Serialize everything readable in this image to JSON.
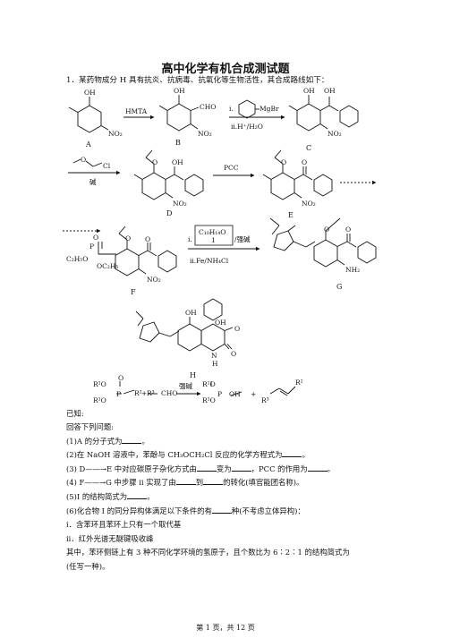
{
  "title": "高中化学有机合成测试题",
  "question1_intro": "1．某药物成分 H 具有抗炎、抗病毒、抗氧化等生物活性，其合成路线如下：",
  "scheme": {
    "step1_reagent": "HMTA",
    "step2_reagent_i": "i.",
    "step2_grignard": "MgBr",
    "step2_reagent_ii": "ii.H⁺/H₂O",
    "step3_base": "碱",
    "step4_reagent": "PCC",
    "step5_reagent_i": "i.",
    "step5_box_formula": "C₁₀H₁₄O",
    "step5_box_number": "1",
    "step5_base": "/强碱",
    "step5_reagent_ii": "ii.Fe/NH₄Cl",
    "known_reagent": "强碱",
    "labels": [
      "A",
      "B",
      "C",
      "D",
      "E",
      "F",
      "G",
      "H"
    ],
    "fragments": {
      "oh": "OH",
      "cho": "CHO",
      "no2": "NO₂",
      "cl": "Cl",
      "nh2": "NH₂",
      "o": "O",
      "nh": "N",
      "h": "H",
      "p": "P",
      "c2h5o": "C₂H₅O",
      "oc2h5": "OC₂H₅",
      "r1o": "R¹O",
      "r2": "R²",
      "r3": "R³",
      "plus": "+",
      "ho": "OH"
    }
  },
  "known_label": "已知:",
  "answer_prompt": "回答下列问题:",
  "sub_questions": [
    {
      "pre": "(1)A 的分子式为",
      "post": "。"
    },
    {
      "pre": "(2)在 NaOH 溶液中，苯酚与 CH₃OCH₂Cl 反应的化学方程式为",
      "post": "。"
    },
    {
      "pre": "(3) D——→E 中对应碳原子杂化方式由",
      "mid1": "变为",
      "mid2": "，PCC 的作用为",
      "post": "。"
    },
    {
      "pre": "(4) F——→G 中步骤 ii 实现了由",
      "mid1": "到",
      "post": "的转化(填官能团名称)。"
    },
    {
      "pre": "(5)I 的结构简式为",
      "post": "。"
    },
    {
      "pre": "(6)化合物 I 的同分异构体满足以下条件的有",
      "post": "种(不考虑立体异构)："
    }
  ],
  "conditions": [
    "i．含苯环且苯环上只有一个取代基",
    "ii．红外光谱无醚键吸收峰",
    "其中，苯环侧链上有 3 种不同化学环境的氢原子，且个数比为 6∶2∶1 的结构简式为",
    "(任写一种)。"
  ],
  "footer": "第 1 页，共 12 页"
}
